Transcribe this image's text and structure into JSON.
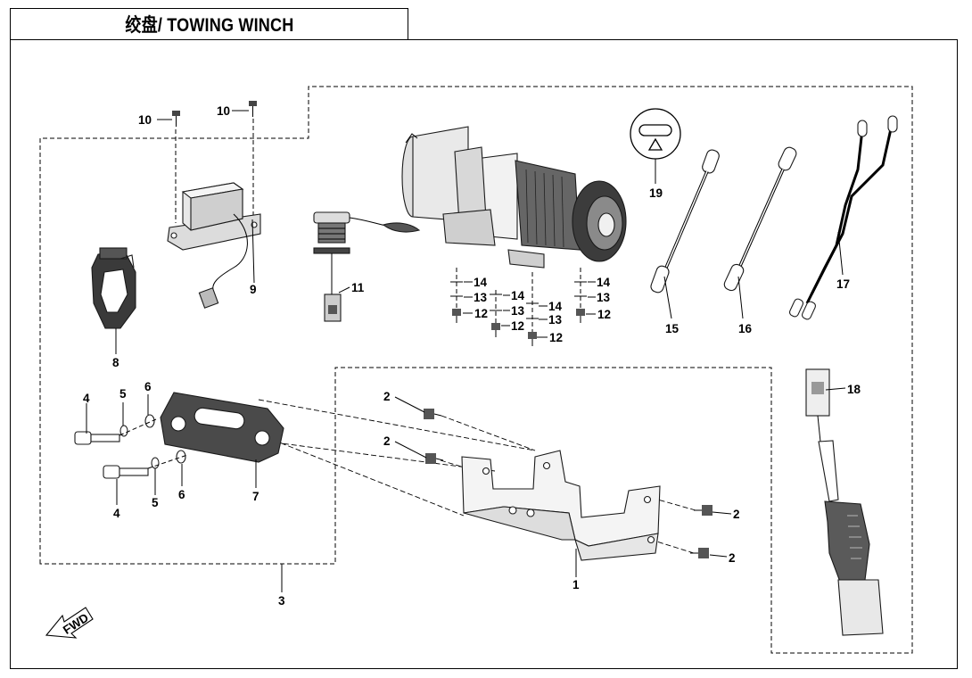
{
  "title": "绞盘/ TOWING WINCH",
  "direction_marker": "FWD",
  "warning_label_icon": "warning-triangle-icon",
  "callouts": {
    "c1": "1",
    "c2a": "2",
    "c2b": "2",
    "c2c": "2",
    "c2d": "2",
    "c3": "3",
    "c4a": "4",
    "c4b": "4",
    "c5a": "5",
    "c5b": "5",
    "c6a": "6",
    "c6b": "6",
    "c7": "7",
    "c8": "8",
    "c9": "9",
    "c10a": "10",
    "c10b": "10",
    "c11": "11",
    "c12a": "12",
    "c12b": "12",
    "c12c": "12",
    "c12d": "12",
    "c13a": "13",
    "c13b": "13",
    "c13c": "13",
    "c13d": "13",
    "c14a": "14",
    "c14b": "14",
    "c14c": "14",
    "c14d": "14",
    "c15": "15",
    "c16": "16",
    "c17": "17",
    "c18": "18",
    "c19": "19"
  }
}
